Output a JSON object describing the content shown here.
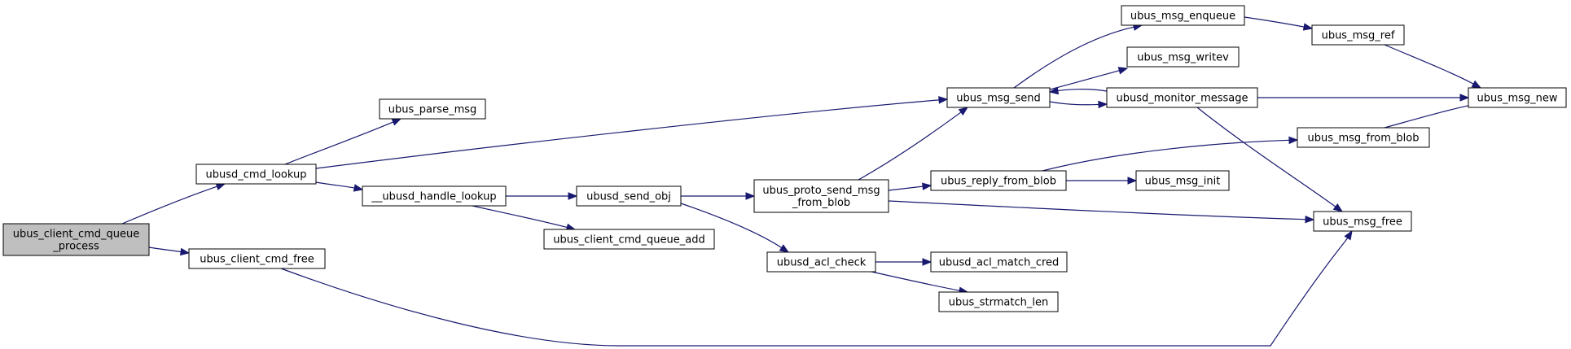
{
  "diagram": {
    "colors": {
      "edge": "#191970",
      "root_fill": "#bfbfbf",
      "node_fill": "#ffffff",
      "border": "#000000"
    },
    "nodes": [
      {
        "id": "root",
        "lines": [
          "ubus_client_cmd_queue",
          "_process"
        ]
      },
      {
        "id": "cmd_lookup",
        "lines": [
          "ubusd_cmd_lookup"
        ]
      },
      {
        "id": "cmd_free",
        "lines": [
          "ubus_client_cmd_free"
        ]
      },
      {
        "id": "parse_msg",
        "lines": [
          "ubus_parse_msg"
        ]
      },
      {
        "id": "handle_lookup",
        "lines": [
          "__ubusd_handle_lookup"
        ]
      },
      {
        "id": "send_obj",
        "lines": [
          "ubusd_send_obj"
        ]
      },
      {
        "id": "queue_add",
        "lines": [
          "ubus_client_cmd_queue_add"
        ]
      },
      {
        "id": "proto_send",
        "lines": [
          "ubus_proto_send_msg",
          "_from_blob"
        ]
      },
      {
        "id": "acl_check",
        "lines": [
          "ubusd_acl_check"
        ]
      },
      {
        "id": "msg_send",
        "lines": [
          "ubus_msg_send"
        ]
      },
      {
        "id": "reply_from_blob",
        "lines": [
          "ubus_reply_from_blob"
        ]
      },
      {
        "id": "acl_match_cred",
        "lines": [
          "ubusd_acl_match_cred"
        ]
      },
      {
        "id": "strmatch_len",
        "lines": [
          "ubus_strmatch_len"
        ]
      },
      {
        "id": "msg_enqueue",
        "lines": [
          "ubus_msg_enqueue"
        ]
      },
      {
        "id": "msg_writev",
        "lines": [
          "ubus_msg_writev"
        ]
      },
      {
        "id": "monitor_message",
        "lines": [
          "ubusd_monitor_message"
        ]
      },
      {
        "id": "msg_init",
        "lines": [
          "ubus_msg_init"
        ]
      },
      {
        "id": "msg_ref",
        "lines": [
          "ubus_msg_ref"
        ]
      },
      {
        "id": "msg_from_blob",
        "lines": [
          "ubus_msg_from_blob"
        ]
      },
      {
        "id": "msg_free",
        "lines": [
          "ubus_msg_free"
        ]
      },
      {
        "id": "msg_new",
        "lines": [
          "ubus_msg_new"
        ]
      }
    ],
    "edges": [
      {
        "from": "root",
        "to": "cmd_lookup"
      },
      {
        "from": "root",
        "to": "cmd_free"
      },
      {
        "from": "cmd_lookup",
        "to": "parse_msg"
      },
      {
        "from": "cmd_lookup",
        "to": "handle_lookup"
      },
      {
        "from": "cmd_lookup",
        "to": "msg_send"
      },
      {
        "from": "cmd_free",
        "to": "msg_free"
      },
      {
        "from": "handle_lookup",
        "to": "send_obj"
      },
      {
        "from": "handle_lookup",
        "to": "queue_add"
      },
      {
        "from": "send_obj",
        "to": "proto_send"
      },
      {
        "from": "send_obj",
        "to": "acl_check"
      },
      {
        "from": "proto_send",
        "to": "msg_send"
      },
      {
        "from": "proto_send",
        "to": "reply_from_blob"
      },
      {
        "from": "proto_send",
        "to": "msg_free"
      },
      {
        "from": "acl_check",
        "to": "acl_match_cred"
      },
      {
        "from": "acl_check",
        "to": "strmatch_len"
      },
      {
        "from": "msg_send",
        "to": "msg_enqueue"
      },
      {
        "from": "msg_send",
        "to": "msg_writev"
      },
      {
        "from": "msg_send",
        "to": "monitor_message"
      },
      {
        "from": "monitor_message",
        "to": "msg_send"
      },
      {
        "from": "monitor_message",
        "to": "msg_new"
      },
      {
        "from": "monitor_message",
        "to": "msg_free"
      },
      {
        "from": "reply_from_blob",
        "to": "msg_from_blob"
      },
      {
        "from": "reply_from_blob",
        "to": "msg_init"
      },
      {
        "from": "msg_enqueue",
        "to": "msg_ref"
      },
      {
        "from": "msg_ref",
        "to": "msg_new"
      },
      {
        "from": "msg_from_blob",
        "to": "msg_new"
      }
    ]
  }
}
